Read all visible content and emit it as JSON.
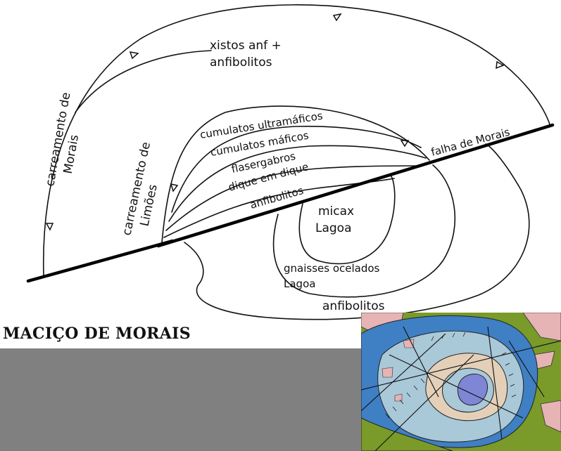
{
  "title": "MACIÇO DE MORAIS",
  "labels": {
    "xistos_1": "xistos anf +",
    "xistos_2": "anfibolitos",
    "carr_morais_1": "carreamento de",
    "carr_morais_2": "Morais",
    "carr_limoes_1": "carreamento de",
    "carr_limoes_2": "Limões",
    "cumulatos_ultra": "cumulatos ultramáficos",
    "cumulatos_maf": "cumulatos máficos",
    "flasergabros": "flasergabros",
    "dique": "dique em dique",
    "anfibolitos_inner": "anfibolitos",
    "falha": "falha de Morais",
    "micax_1": "micax",
    "micax_2": "Lagoa",
    "gnaisses_1": "gnaisses ocelados",
    "gnaisses_2": "Lagoa",
    "anfibolitos_outer": "anfibolitos"
  },
  "colors": {
    "gray_band": "#808080",
    "map_green": "#7a9a2a",
    "map_blue": "#3f7fc4",
    "map_light_blue": "#a9c8d8",
    "map_tan": "#e4d0b8",
    "map_purple": "#7f86d6",
    "map_pink": "#e6b4b4"
  }
}
